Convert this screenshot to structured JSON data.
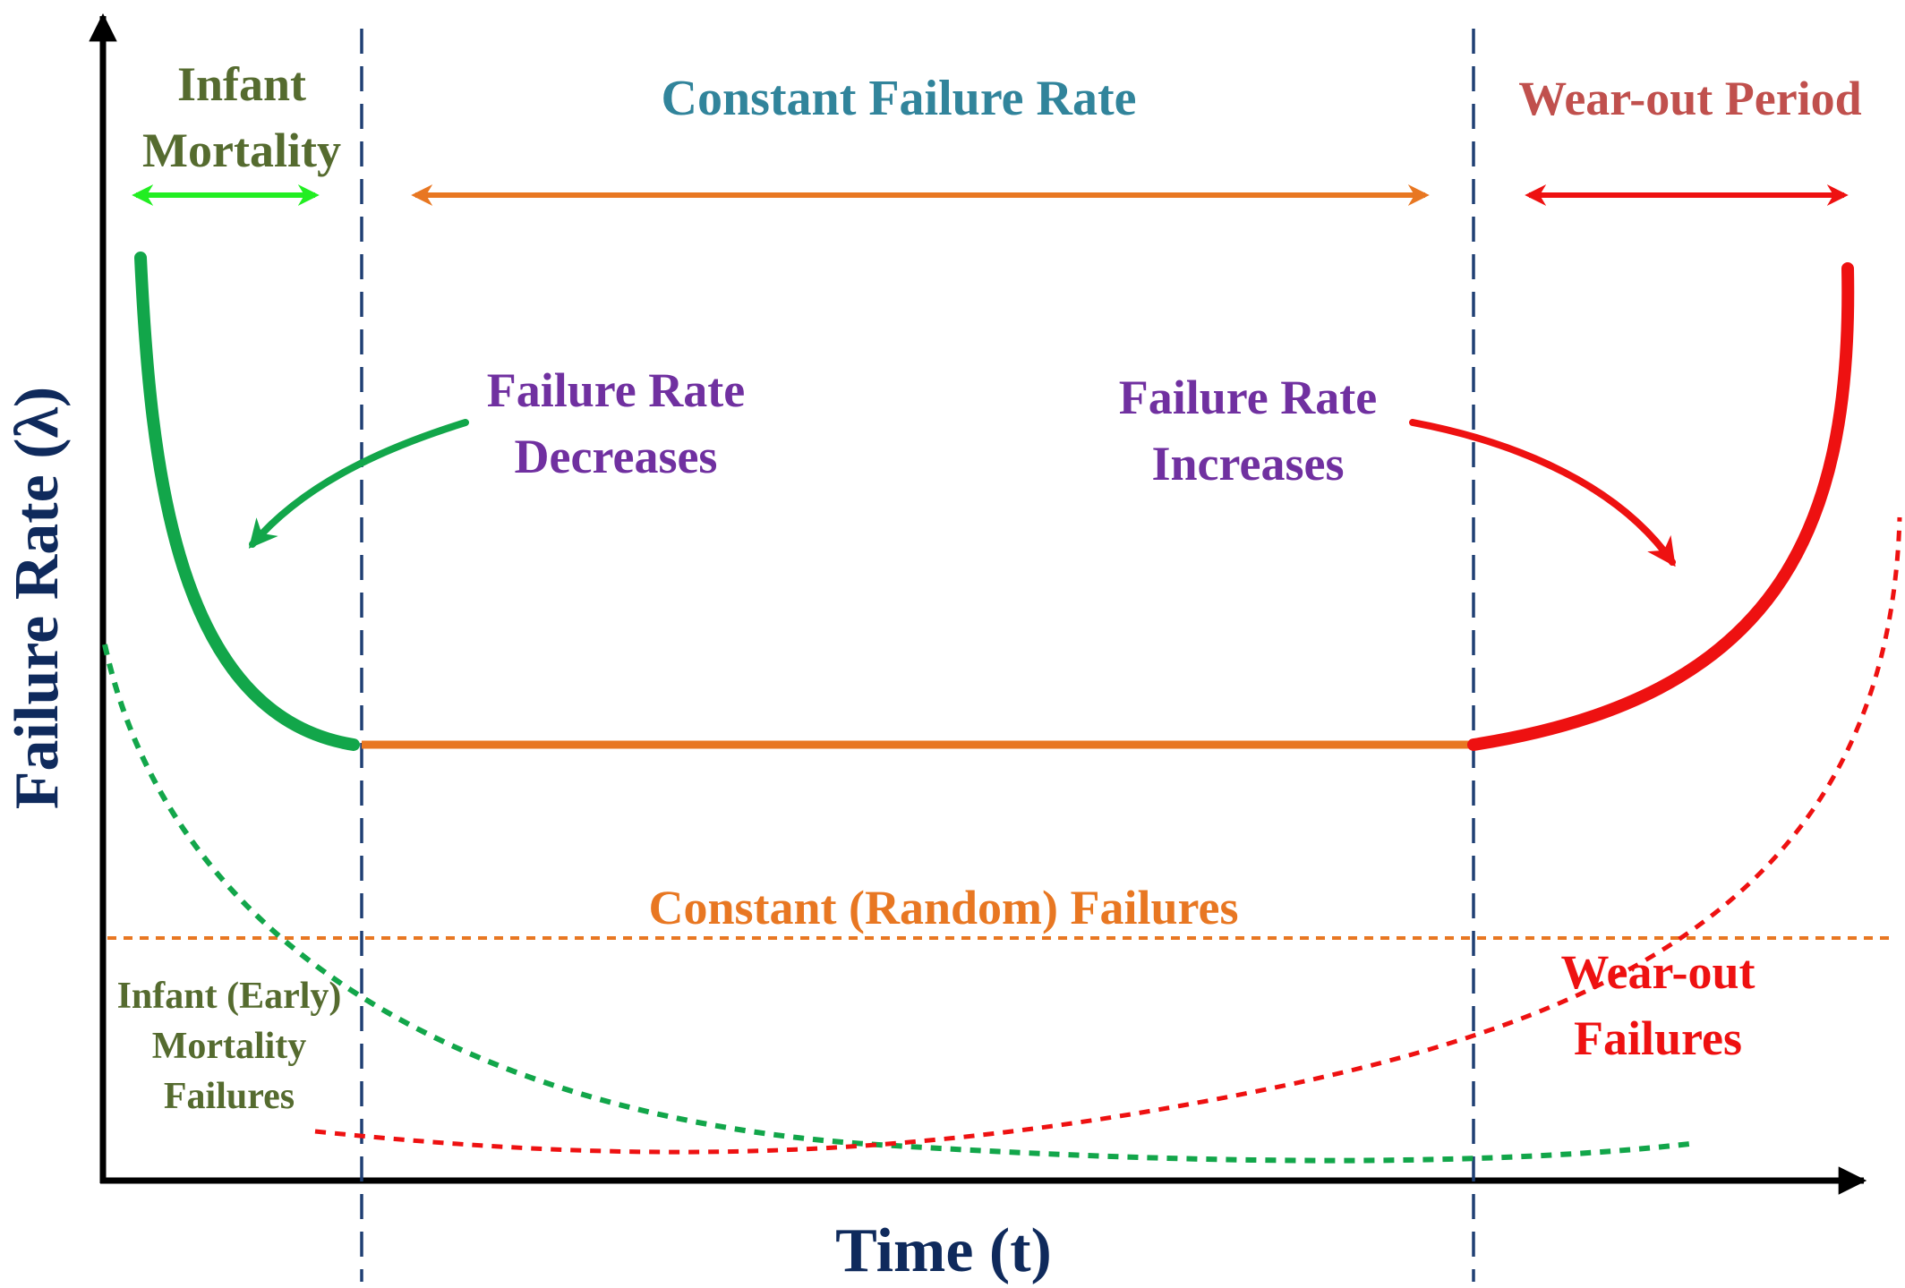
{
  "axes": {
    "x_label": "Time (t)",
    "y_label": "Failure Rate (λ)",
    "color": "#0f2a5c"
  },
  "regions": {
    "infant": {
      "title_line1": "Infant",
      "title_line2": "Mortality",
      "color": "#556b2f",
      "arrow_color": "#22ee22"
    },
    "constant": {
      "title": "Constant Failure Rate",
      "color": "#31849b",
      "arrow_color": "#e87722"
    },
    "wearout": {
      "title": "Wear-out Period",
      "color": "#c0504d",
      "arrow_color": "#ee1111"
    }
  },
  "annotations": {
    "decreasing": {
      "line1": "Failure Rate",
      "line2": "Decreases",
      "color": "#7030a0"
    },
    "increasing": {
      "line1": "Failure Rate",
      "line2": "Increases",
      "color": "#7030a0"
    }
  },
  "curves": {
    "infant_color": "#12a64a",
    "constant_color": "#e87722",
    "wearout_color": "#ee1111"
  },
  "component_labels": {
    "random": {
      "text": "Constant (Random) Failures",
      "color": "#e87722"
    },
    "infant": {
      "line1": "Infant (Early)",
      "line2": "Mortality",
      "line3": "Failures",
      "color": "#556b2f"
    },
    "wearout": {
      "line1": "Wear-out",
      "line2": "Failures",
      "color": "#ee1111"
    }
  },
  "divider_color": "#1f3f73"
}
